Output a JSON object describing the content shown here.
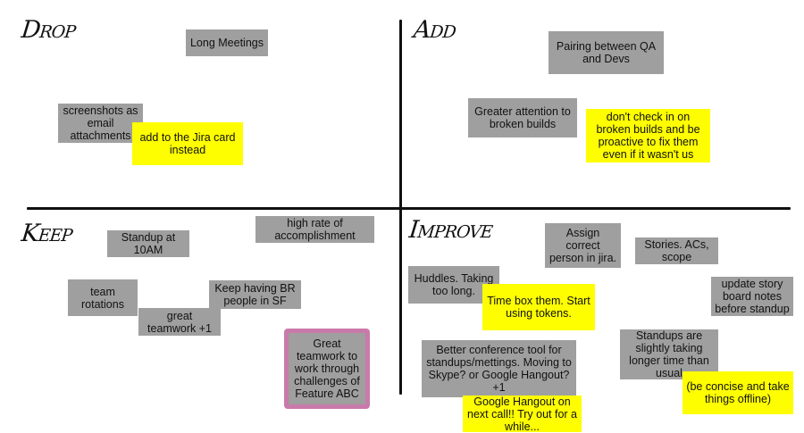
{
  "quadrants": {
    "drop": {
      "title": "Drop",
      "notes": [
        "Long Meetings",
        "screenshots as email attachments",
        "add to the Jira card instead"
      ]
    },
    "add": {
      "title": "Add",
      "notes": [
        "Pairing between QA and Devs",
        "Greater attention to broken builds",
        "don't check in on broken builds and be proactive to fix them even if it wasn't us"
      ]
    },
    "keep": {
      "title": "Keep",
      "notes": [
        "high rate of accomplishment",
        "Standup at 10AM",
        "team rotations",
        "Keep having BR people in SF",
        "great teamwork +1",
        "Great teamwork to work through challenges of Feature ABC"
      ]
    },
    "improve": {
      "title": "Improve",
      "notes": [
        "Assign correct person in jira.",
        "Stories. ACs, scope",
        "Huddles. Taking too long.",
        "Time box them. Start using tokens.",
        "update story board notes before standup",
        "Better conference tool for standups/mettings. Moving to Skype? or Google Hangout? +1",
        "Google Hangout on next call!! Try out for a while...",
        "Standups are slightly taking longer time than usual",
        "(be concise and take things offline)"
      ]
    }
  },
  "colors": {
    "gray_note": "#9f9f9f",
    "yellow_note": "#fefe00",
    "highlight_border": "#c97aaa",
    "lines": "#111111"
  }
}
